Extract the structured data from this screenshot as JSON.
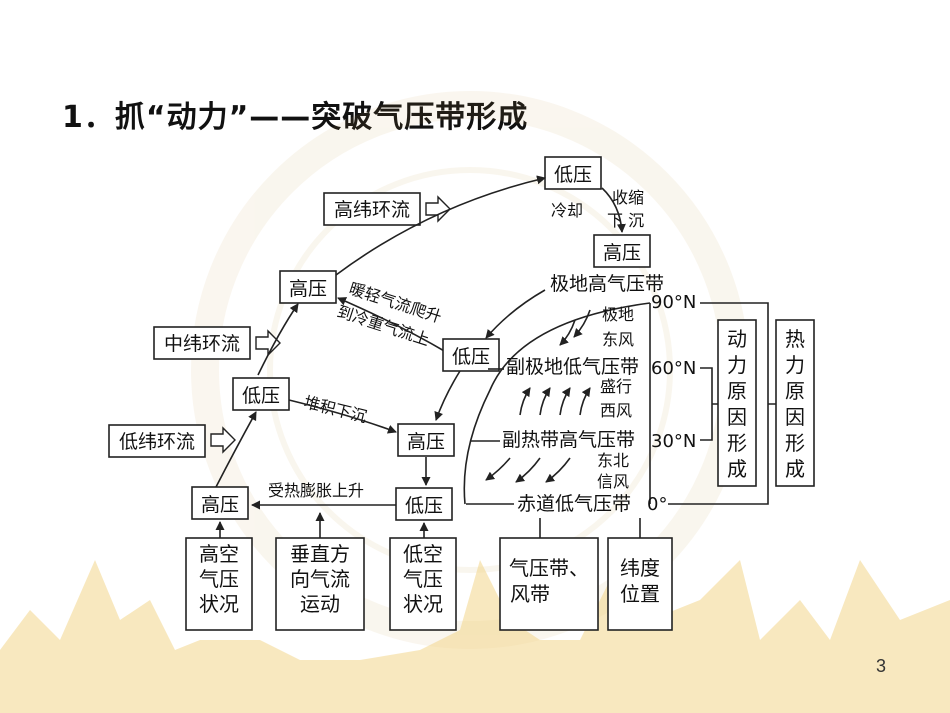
{
  "slide": {
    "heading": "1．抓“动力”——突破气压带形成",
    "page_number": "3"
  },
  "diagram": {
    "top_low": "低压",
    "cool": "冷却",
    "shrink_line1": "收缩",
    "shrink_line2": "下 沉",
    "top_high": "高压",
    "polar_high_belt": "极地高气压带",
    "high_lat_circulation": "高纬环流",
    "mid_lat_circulation": "中纬环流",
    "low_lat_circulation": "低纬环流",
    "upper_high_left": "高压",
    "warm_rise": "暖轻气流爬升",
    "to_cold": "到冷重气流上",
    "mid_low_right": "低压",
    "mid_low_left": "低压",
    "pile_down": "堆积下沉",
    "mid_high_right": "高压",
    "bottom_high": "高压",
    "heat_rise": "受热膨胀上升",
    "bottom_low": "低压",
    "polar_east_line1": "极地",
    "polar_east_line2": "东风",
    "subpolar_low_belt": "副极地低气压带",
    "westerly_line1": "盛行",
    "westerly_line2": "西风",
    "subtropical_high_belt": "副热带高气压带",
    "ne_trade_line1": "东北",
    "ne_trade_line2": "信风",
    "equatorial_low_belt": "赤道低气压带",
    "lat_90": "90°N",
    "lat_60": "60°N",
    "lat_30": "30°N",
    "lat_0": "0°",
    "dynamic_cause": "动力原因形成",
    "thermal_cause": "热力原因形成",
    "upper_pressure_state": "高空气压状况",
    "vertical_motion": "垂直方向气流运动",
    "lower_pressure_state": "低空气压状况",
    "pressure_wind_belts": "气压带、风带",
    "latitude_position": "纬度位置"
  }
}
